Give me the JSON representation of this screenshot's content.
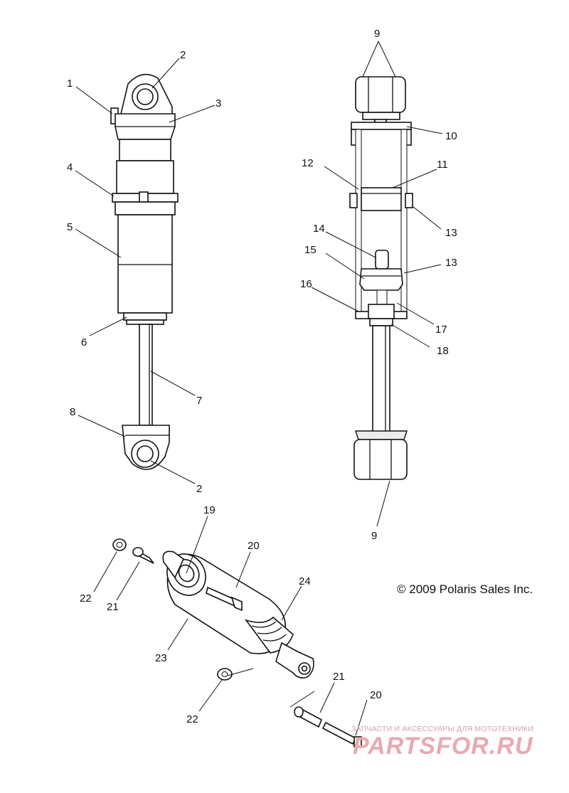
{
  "callouts": [
    "1",
    "2",
    "3",
    "4",
    "5",
    "6",
    "7",
    "8",
    "9",
    "10",
    "11",
    "12",
    "13",
    "14",
    "15",
    "16",
    "17",
    "18",
    "19",
    "20",
    "21",
    "22",
    "23",
    "24"
  ],
  "copyright": "© 2009 Polaris Sales Inc.",
  "watermark": {
    "tagline": "ЗАПЧАСТИ И АКСЕССУАРЫ ДЛЯ МОТОТЕХНИКИ",
    "logo": "PARTSFOR.RU"
  }
}
